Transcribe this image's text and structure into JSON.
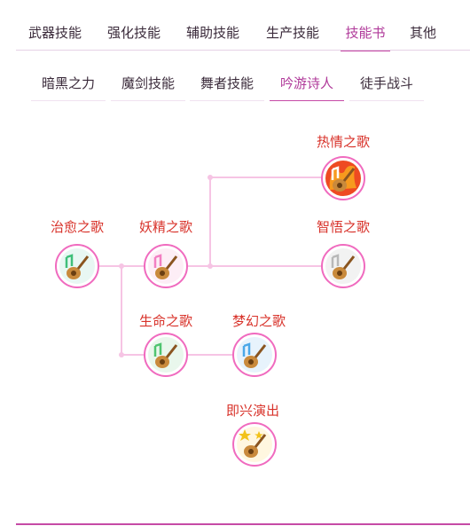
{
  "tabs_primary": [
    {
      "label": "武器技能",
      "active": false
    },
    {
      "label": "强化技能",
      "active": false
    },
    {
      "label": "辅助技能",
      "active": false
    },
    {
      "label": "生产技能",
      "active": false
    },
    {
      "label": "技能书",
      "active": true
    },
    {
      "label": "其他",
      "active": false
    }
  ],
  "tabs_secondary": [
    {
      "label": "暗黑之力",
      "active": false
    },
    {
      "label": "魔剑技能",
      "active": false
    },
    {
      "label": "舞者技能",
      "active": false
    },
    {
      "label": "吟游诗人",
      "active": true
    },
    {
      "label": "徒手战斗",
      "active": false
    }
  ],
  "skills": {
    "heal_song": {
      "name": "治愈之歌",
      "icon": "guitar-icon",
      "note_color": "#3fbf7a"
    },
    "fairy_song": {
      "name": "妖精之歌",
      "icon": "guitar-icon",
      "note_color": "#f27fc2"
    },
    "passion_song": {
      "name": "热情之歌",
      "icon": "guitar-icon",
      "note_color": "#ffffff",
      "bg": "#e83a1c"
    },
    "wisdom_song": {
      "name": "智悟之歌",
      "icon": "guitar-icon",
      "note_color": "#b8b8b8"
    },
    "life_song": {
      "name": "生命之歌",
      "icon": "guitar-icon",
      "note_color": "#4fc46f"
    },
    "dream_song": {
      "name": "梦幻之歌",
      "icon": "guitar-icon",
      "note_color": "#4aa8e8"
    },
    "improv": {
      "name": "即兴演出",
      "icon": "guitar-stars-icon",
      "note_color": "#f2c21a"
    }
  },
  "colors": {
    "accent": "#c64aa6",
    "skill_name": "#d8322a",
    "connector": "#f6bfe2"
  }
}
